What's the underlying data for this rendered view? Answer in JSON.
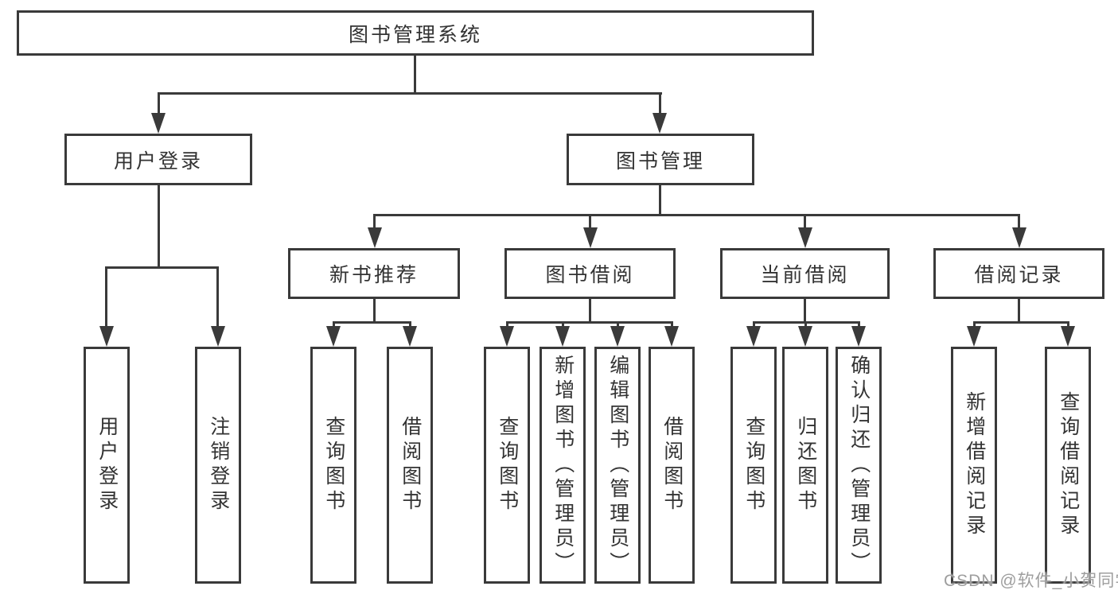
{
  "diagram_title": "图书管理系统",
  "tree": {
    "label": "图书管理系统",
    "children": [
      {
        "label": "用户登录",
        "children": [
          {
            "label": "用户登录"
          },
          {
            "label": "注销登录"
          }
        ]
      },
      {
        "label": "图书管理",
        "children": [
          {
            "label": "新书推荐",
            "children": [
              {
                "label": "查询图书"
              },
              {
                "label": "借阅图书"
              }
            ]
          },
          {
            "label": "图书借阅",
            "children": [
              {
                "label": "查询图书"
              },
              {
                "label": "新增图书（管理员）"
              },
              {
                "label": "编辑图书（管理员）"
              },
              {
                "label": "借阅图书"
              }
            ]
          },
          {
            "label": "当前借阅",
            "children": [
              {
                "label": "查询图书"
              },
              {
                "label": "归还图书"
              },
              {
                "label": "确认归还（管理员）"
              }
            ]
          },
          {
            "label": "借阅记录",
            "children": [
              {
                "label": "新增借阅记录"
              },
              {
                "label": "查询借阅记录"
              }
            ]
          }
        ]
      }
    ]
  },
  "watermark": {
    "text": "CSDN @软件_小贺同学"
  },
  "colors": {
    "background": "#ffffff",
    "line": "#3a3a3a",
    "node_border": "#3a3a3a",
    "text": "#333333",
    "watermark": "#9e9e9e"
  }
}
